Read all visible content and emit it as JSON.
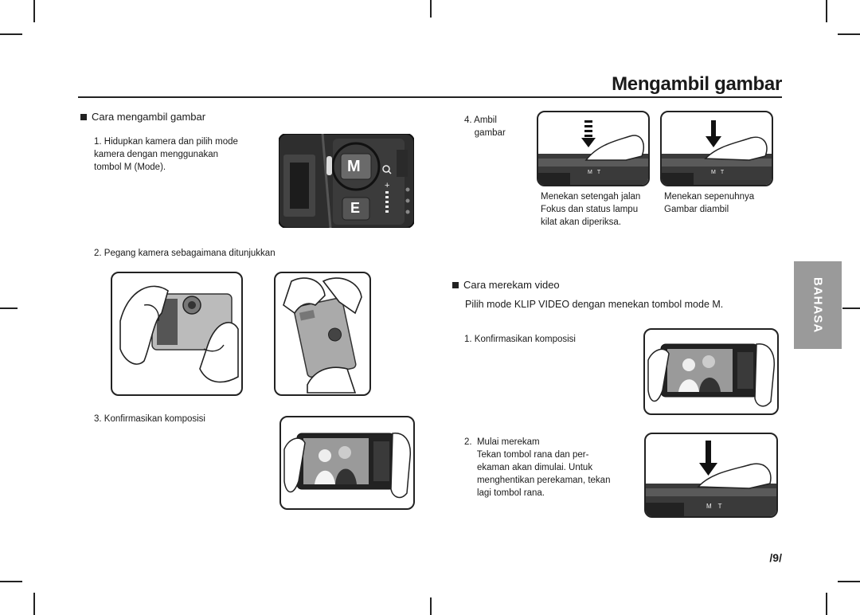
{
  "page": {
    "title": "Mengambil gambar",
    "side_tab": "BAHASA",
    "page_number": "/9/"
  },
  "section_photo": {
    "heading": "Cara mengambil gambar",
    "step1": "1. Hidupkan kamera dan pilih mode\nkamera dengan menggunakan\ntombol M (Mode).",
    "step2": "2. Pegang kamera sebagaimana ditunjukkan",
    "step3": "3. Konfirmasikan komposisi",
    "step4_label": "4. Ambil\n    gambar",
    "caption_half": "Menekan setengah jalan\nFokus dan status lampu\nkilat akan diperiksa.",
    "caption_full": "Menekan sepenuhnya\nGambar diambil",
    "mode_button_m": "M",
    "mode_button_e": "E",
    "zoom_w": "M",
    "zoom_t": "T"
  },
  "section_video": {
    "heading": "Cara merekam video",
    "intro": "Pilih mode KLIP VIDEO dengan menekan tombol mode M.",
    "step1": "1. Konfirmasikan komposisi",
    "step2": "2.  Mulai merekam\n     Tekan tombol rana dan per-\n     ekaman akan dimulai. Untuk\n     menghentikan perekaman, tekan\n     lagi tombol rana."
  }
}
